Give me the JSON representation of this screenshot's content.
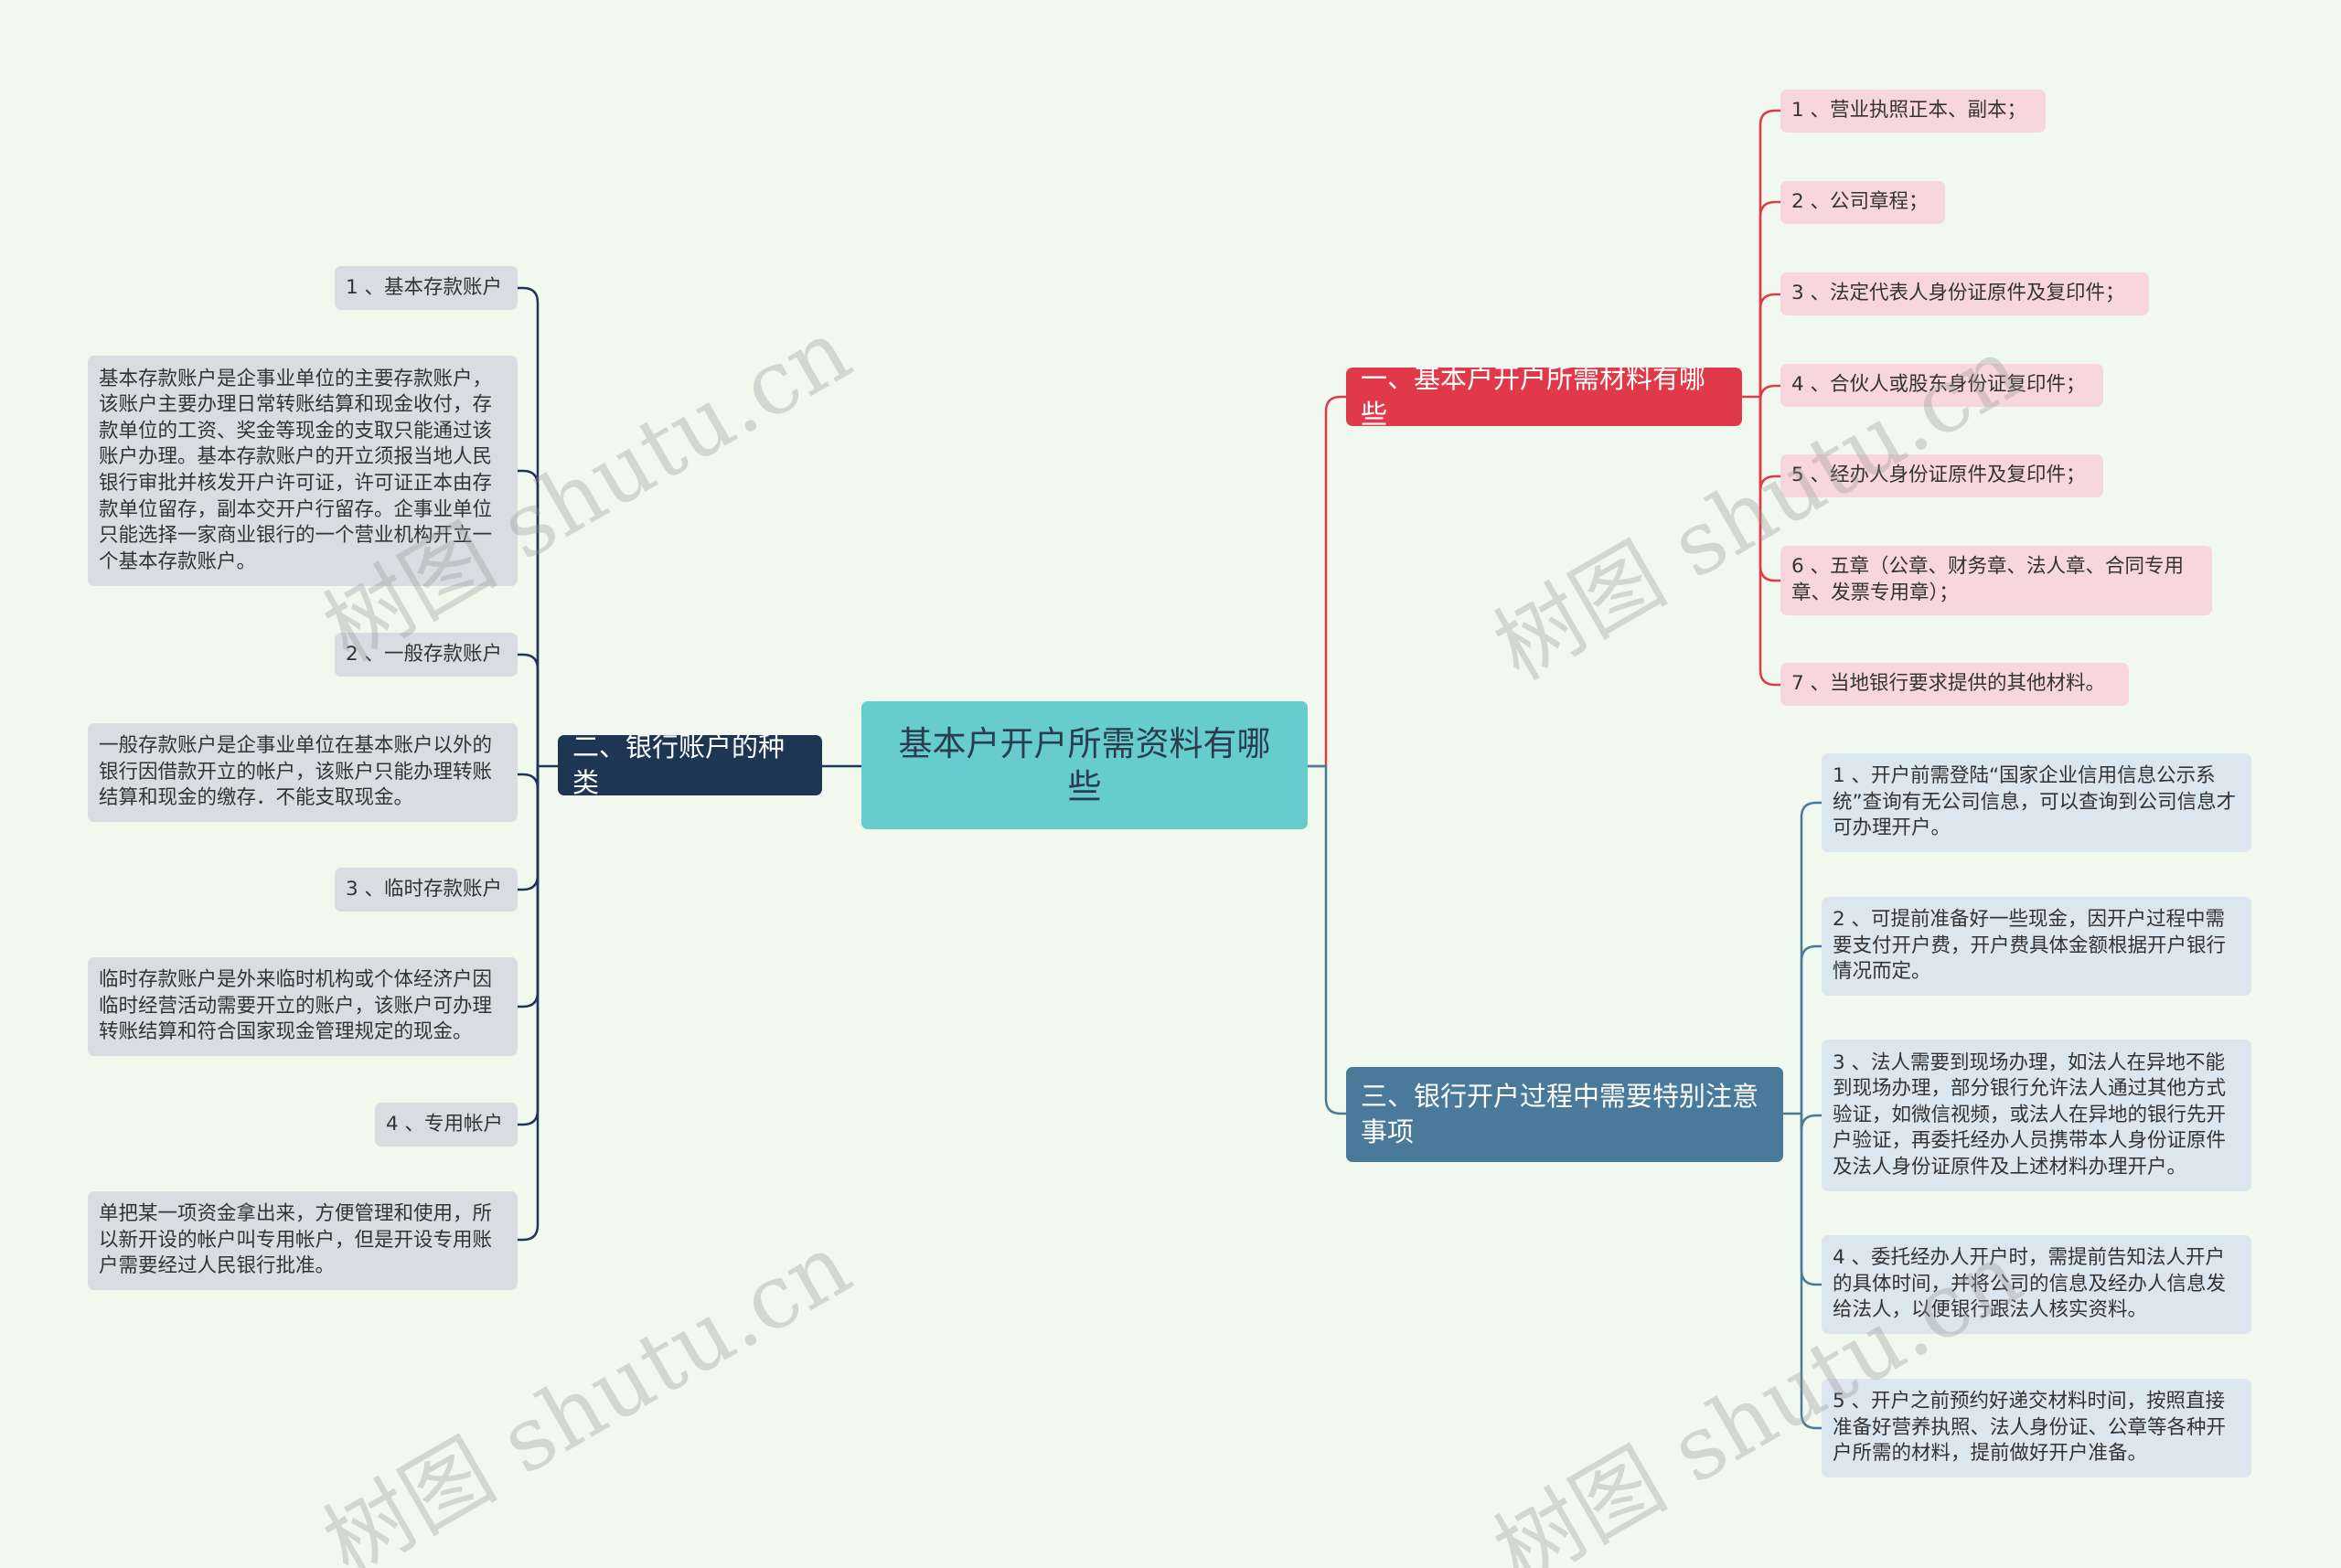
{
  "colors": {
    "background": "#f1f9ef",
    "root": "#66ccce",
    "branch_red": "#e0394a",
    "branch_navy": "#1f3554",
    "branch_steel": "#4a7a99",
    "leaf_pink": "#f8d7dc",
    "leaf_gray": "#d9dde2",
    "leaf_blue": "#dce6ee",
    "link_red": "#e0394a",
    "link_navy": "#1f3554",
    "link_steel": "#4a7a99"
  },
  "root": {
    "title": "基本户开户所需资料有哪些"
  },
  "branches": [
    {
      "title": "一、基本户开户所需材料有哪些",
      "children": [
        "1 、营业执照正本、副本；",
        "2 、公司章程；",
        "3 、法定代表人身份证原件及复印件；",
        "4 、合伙人或股东身份证复印件；",
        "5 、经办人身份证原件及复印件；",
        "6 、五章（公章、财务章、法人章、合同专用章、发票专用章）；",
        "7 、当地银行要求提供的其他材料。"
      ]
    },
    {
      "title": "二、银行账户的种类",
      "children": [
        "1 、基本存款账户",
        "基本存款账户是企事业单位的主要存款账户，该账户主要办理日常转账结算和现金收付，存款单位的工资、奖金等现金的支取只能通过该账户办理。基本存款账户的开立须报当地人民银行审批并核发开户许可证，许可证正本由存款单位留存，副本交开户行留存。企事业单位只能选择一家商业银行的一个营业机构开立一个基本存款账户。",
        "2 、一般存款账户",
        "一般存款账户是企事业单位在基本账户以外的银行因借款开立的帐户，该账户只能办理转账结算和现金的缴存．不能支取现金。",
        "3 、临时存款账户",
        "临时存款账户是外来临时机构或个体经济户因临时经营活动需要开立的账户，该账户可办理转账结算和符合国家现金管理规定的现金。",
        "4 、专用帐户",
        "单把某一项资金拿出来，方便管理和使用，所以新开设的帐户叫专用帐户，但是开设专用账户需要经过人民银行批准。"
      ]
    },
    {
      "title": "三、银行开户过程中需要特别注意事项",
      "children": [
        "1 、开户前需登陆“国家企业信用信息公示系统”查询有无公司信息，可以查询到公司信息才可办理开户。",
        "2 、可提前准备好一些现金，因开户过程中需要支付开户费，开户费具体金额根据开户银行情况而定。",
        "3 、法人需要到现场办理，如法人在异地不能到现场办理，部分银行允许法人通过其他方式验证，如微信视频，或法人在异地的银行先开户验证，再委托经办人员携带本人身份证原件及法人身份证原件及上述材料办理开户。",
        "4 、委托经办人开户时，需提前告知法人开户的具体时间，并将公司的信息及经办人信息发给法人，以便银行跟法人核实资料。",
        "5 、开户之前预约好递交材料时间，按照直接准备好营养执照、法人身份证、公章等各种开户所需的材料，提前做好开户准备。"
      ]
    }
  ],
  "watermark": "树图 shutu.cn"
}
